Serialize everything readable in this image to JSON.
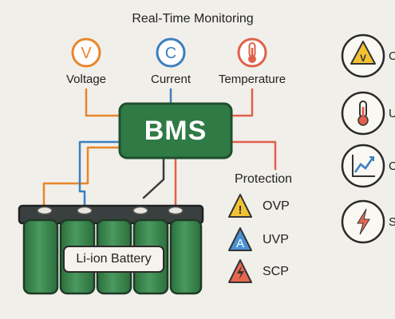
{
  "title": "Real-Time Monitoring",
  "monitors": [
    {
      "letter": "V",
      "label": "Voltage",
      "color": "#e8862a"
    },
    {
      "letter": "C",
      "label": "Current",
      "color": "#3a7fc0"
    },
    {
      "label": "Temperature",
      "color": "#e0604a"
    }
  ],
  "bms": {
    "label": "BMS",
    "color": "#2f7a45"
  },
  "protection": {
    "title": "Protection",
    "items": [
      {
        "letter": "!",
        "label": "OVP",
        "color": "#f2c230"
      },
      {
        "letter": "A",
        "label": "UVP",
        "color": "#4b92d4"
      },
      {
        "label": "SCP",
        "color": "#e8664f"
      }
    ]
  },
  "battery": {
    "label": "Li-ion Battery",
    "color": "#3c8a52"
  },
  "right_panel": [
    {
      "letter": "V",
      "text": "C"
    },
    {
      "text": "U"
    },
    {
      "text": "C"
    },
    {
      "text": "S"
    }
  ]
}
